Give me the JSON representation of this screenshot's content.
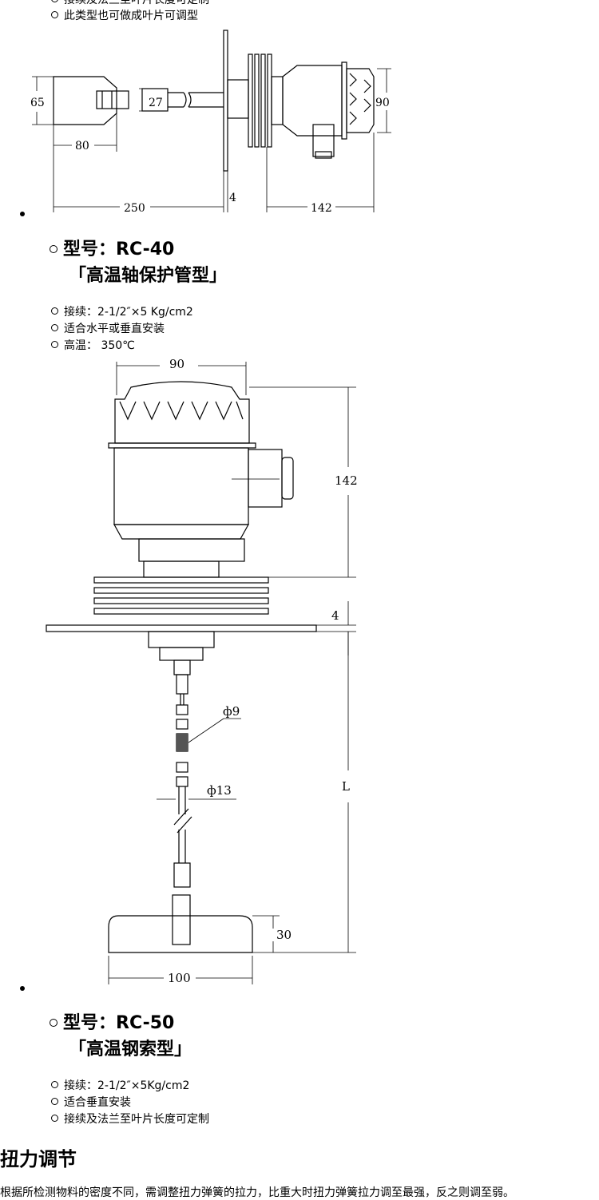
{
  "top_items": [
    "接续及法兰至叶片长度可定制",
    "此类型也可做成叶片可调型"
  ],
  "drawing1": {
    "dims": {
      "a": "65",
      "b": "27",
      "c": "90",
      "d": "80",
      "e": "250",
      "f": "4",
      "g": "142"
    }
  },
  "rc40": {
    "model": "型号：RC-40",
    "subtitle": "「高温轴保护管型」",
    "specs": [
      "接续：2-1/2″×5 Kg/cm2",
      "适合水平或垂直安装",
      "高温： 350℃"
    ]
  },
  "drawing2": {
    "dims": {
      "w": "90",
      "h": "142",
      "flange": "4",
      "d1": "ф9",
      "d2": "ф13",
      "len": "L",
      "blade_h": "30",
      "blade_w": "100"
    }
  },
  "rc50": {
    "model": "型号：RC-50",
    "subtitle": "「高温钢索型」",
    "specs": [
      "接续：2-1/2″×5Kg/cm2",
      "适合垂直安装",
      "接续及法兰至叶片长度可定制"
    ]
  },
  "section": {
    "title": "扭力调节",
    "text": "根据所检测物料的密度不同，需调整扭力弹簧的拉力，比重大时扭力弹簧拉力调至最强，反之则调至弱。"
  }
}
